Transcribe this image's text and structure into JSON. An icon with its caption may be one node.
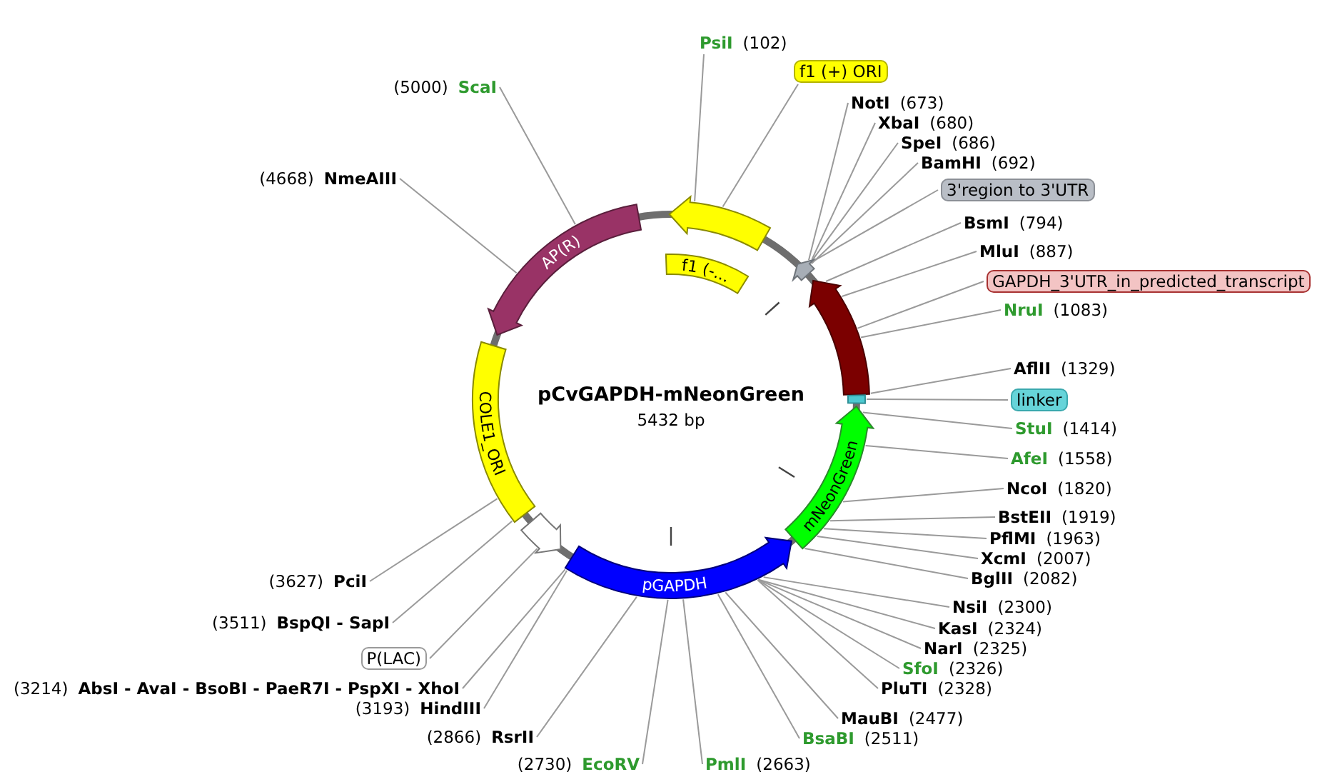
{
  "diagram": {
    "title": "pCvGAPDH-mNeonGreen",
    "nodes": [
      {
        "text": [
          "PsiI"
        ],
        "beside": [
          "(102)"
        ]
      },
      {
        "text": [
          "f1 (+) ORI"
        ]
      },
      {
        "text": [
          "NotI"
        ],
        "beside": [
          "(673)"
        ]
      },
      {
        "text": [
          "XbaI"
        ],
        "beside": [
          "(680)"
        ]
      },
      {
        "text": [
          "SpeI"
        ],
        "beside": [
          "(686)"
        ]
      },
      {
        "text": [
          "BamHI"
        ],
        "beside": [
          "(692)"
        ]
      },
      {
        "text": [
          "3'region to 3'UTR"
        ]
      },
      {
        "text": [
          "BsmI"
        ],
        "beside": [
          "(794)"
        ]
      },
      {
        "text": [
          "MluI"
        ],
        "beside": [
          "(887)"
        ]
      },
      {
        "text": [
          "GAPDH_3'UTR_in_predicted_transcript"
        ]
      },
      {
        "text": [
          "NruI"
        ],
        "beside": [
          "(1083)"
        ]
      },
      {
        "text": [
          "AflII"
        ],
        "beside": [
          "(1329)"
        ]
      },
      {
        "text": [
          "linker"
        ]
      },
      {
        "text": [
          "StuI"
        ],
        "beside": [
          "(1414)"
        ]
      },
      {
        "text": [
          "AfeI"
        ],
        "beside": [
          "(1558)"
        ]
      },
      {
        "text": [
          "NcoI"
        ],
        "beside": [
          "(1820)"
        ]
      },
      {
        "text": [
          "BstEII"
        ],
        "beside": [
          "(1919)"
        ]
      },
      {
        "text": [
          "PflMI"
        ],
        "beside": [
          "(1963)"
        ]
      },
      {
        "text": [
          "XcmI"
        ],
        "beside": [
          "(2007)"
        ]
      },
      {
        "text": [
          "BglII"
        ],
        "beside": [
          "(2082)"
        ]
      },
      {
        "text": [
          "NsiI"
        ],
        "beside": [
          "(2300)"
        ]
      },
      {
        "text": [
          "KasI"
        ],
        "beside": [
          "(2324)"
        ]
      },
      {
        "text": [
          "NarI"
        ],
        "beside": [
          "(2325)"
        ]
      },
      {
        "text": [
          "SfoI"
        ],
        "beside": [
          "(2326)"
        ]
      },
      {
        "text": [
          "PluTI"
        ],
        "beside": [
          "(2328)"
        ]
      },
      {
        "text": [
          "MauBI"
        ],
        "beside": [
          "(2477)"
        ]
      },
      {
        "text": [
          "BsaBI"
        ],
        "beside": [
          "(2511)"
        ]
      },
      {
        "text": [
          "PmlI"
        ],
        "beside": [
          "(2663)"
        ]
      },
      {
        "text": [
          "EcoRV"
        ],
        "beside": [
          "(2730)"
        ]
      },
      {
        "text": [
          "RsrII"
        ],
        "beside": [
          "(2866)"
        ]
      },
      {
        "text": [
          "HindIII"
        ],
        "beside": [
          "(3193)"
        ]
      },
      {
        "text": [
          "AbsI - AvaI - BsoBI - PaeR7I - PspXI - XhoI"
        ],
        "beside": [
          "(3214)"
        ]
      },
      {
        "text": [
          "P(LAC)"
        ]
      },
      {
        "text": [
          "BspQI - SapI"
        ],
        "beside": [
          "(3511)"
        ]
      },
      {
        "text": [
          "PciI"
        ],
        "beside": [
          "(3627)"
        ]
      },
      {
        "text": [
          "NmeAIII"
        ],
        "beside": [
          "(4668)"
        ]
      },
      {
        "text": [
          "ScaI"
        ],
        "beside": [
          "(5000)"
        ]
      },
      {
        "text": [],
        "shape": "arrow"
      },
      {
        "text": [],
        "shape": "arrow"
      },
      {
        "text": [],
        "shape": "arrow"
      },
      {
        "text": [],
        "shape": "box"
      },
      {
        "text": [
          "mNeonGreen"
        ]
      },
      {
        "text": [
          "pGAPDH"
        ]
      },
      {
        "text": [],
        "shape": "arrow"
      },
      {
        "text": [
          "COLE1_ORI"
        ]
      },
      {
        "text": [
          "AP(R)"
        ]
      },
      {
        "text": [
          "f1 (-..."
        ]
      }
    ],
    "edges": [
      {
        "from": 0,
        "to": 37,
        "arrow": "none"
      },
      {
        "from": 1,
        "to": 37,
        "arrow": "none"
      },
      {
        "from": 2,
        "to": 38,
        "arrow": "none"
      },
      {
        "from": 3,
        "to": 38,
        "arrow": "none"
      },
      {
        "from": 4,
        "to": 38,
        "arrow": "none"
      },
      {
        "from": 5,
        "to": 38,
        "arrow": "none"
      },
      {
        "from": 6,
        "to": 38,
        "arrow": "none"
      },
      {
        "from": 7,
        "to": 39,
        "arrow": "none"
      },
      {
        "from": 8,
        "to": 39,
        "arrow": "none"
      },
      {
        "from": 9,
        "to": 39,
        "arrow": "none"
      },
      {
        "from": 10,
        "to": 39,
        "arrow": "none"
      },
      {
        "from": 11,
        "to": 39,
        "arrow": "none"
      },
      {
        "from": 12,
        "to": 40,
        "arrow": "none"
      },
      {
        "from": 13,
        "to": 41,
        "arrow": "none"
      },
      {
        "from": 14,
        "to": 41,
        "arrow": "none"
      },
      {
        "from": 15,
        "to": 41,
        "arrow": "none"
      },
      {
        "from": 16,
        "to": 41,
        "arrow": "none"
      },
      {
        "from": 17,
        "to": 41,
        "arrow": "none"
      },
      {
        "from": 18,
        "to": 41,
        "arrow": "none"
      },
      {
        "from": 19,
        "to": 41,
        "arrow": "none"
      },
      {
        "from": 20,
        "to": 42,
        "arrow": "none"
      },
      {
        "from": 21,
        "to": 42,
        "arrow": "none"
      },
      {
        "from": 22,
        "to": 42,
        "arrow": "none"
      },
      {
        "from": 23,
        "to": 42,
        "arrow": "none"
      },
      {
        "from": 24,
        "to": 42,
        "arrow": "none"
      },
      {
        "from": 25,
        "to": 42,
        "arrow": "none"
      },
      {
        "from": 26,
        "to": 42,
        "arrow": "none"
      },
      {
        "from": 27,
        "to": 42,
        "arrow": "none"
      },
      {
        "from": 28,
        "to": 42,
        "arrow": "none"
      },
      {
        "from": 29,
        "to": 42,
        "arrow": "none"
      },
      {
        "from": 30,
        "to": 42,
        "arrow": "none"
      },
      {
        "from": 31,
        "to": 42,
        "arrow": "none"
      },
      {
        "from": 32,
        "to": 43,
        "arrow": "none"
      },
      {
        "from": 33,
        "to": 44,
        "arrow": "none"
      },
      {
        "from": 34,
        "to": 44,
        "arrow": "none"
      },
      {
        "from": 35,
        "to": 45,
        "arrow": "none"
      },
      {
        "from": 36,
        "to": 45,
        "arrow": "none"
      }
    ],
    "labels": [
      "5432 bp"
    ]
  }
}
